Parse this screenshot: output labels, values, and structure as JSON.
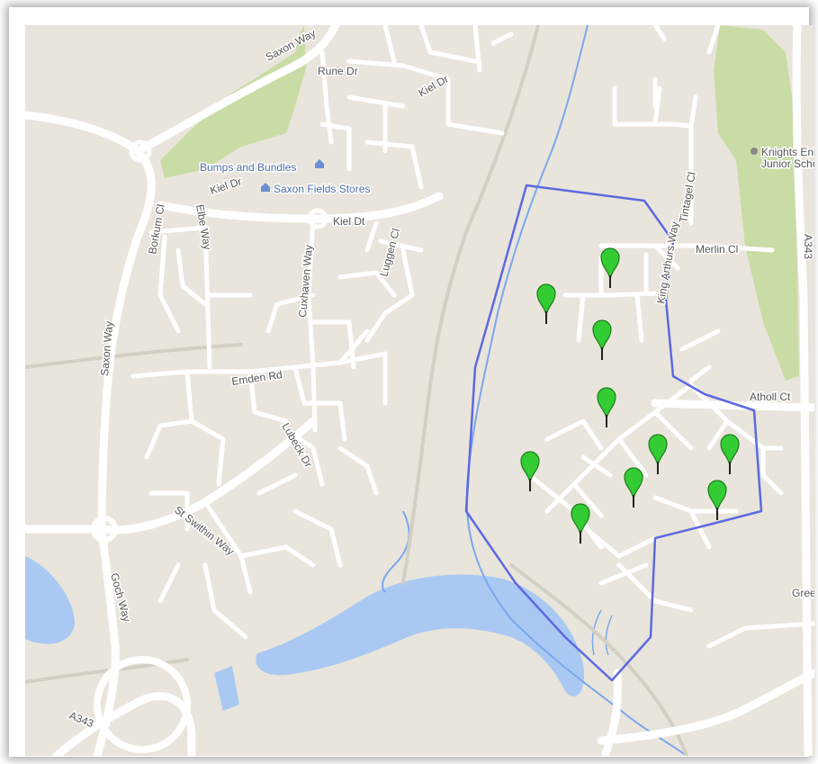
{
  "map": {
    "colors": {
      "land": "#e9e5dc",
      "road": "#ffffff",
      "park": "#c9dca5",
      "water": "#a9c9f3",
      "stream": "#7aa7ec",
      "boundary": "#5c6ae0",
      "marker": "#33cc33",
      "marker_outline": "#1c7a1c"
    },
    "street_labels": [
      {
        "text": "Saxon Way"
      },
      {
        "text": "Rune Dr"
      },
      {
        "text": "Kiel Dr"
      },
      {
        "text": "Kiel Dr"
      },
      {
        "text": "Kiel Dt"
      },
      {
        "text": "Borkum Cl"
      },
      {
        "text": "Elbe Way"
      },
      {
        "text": "Cuxhaven Way"
      },
      {
        "text": "Luggen Cl"
      },
      {
        "text": "Saxon Way"
      },
      {
        "text": "Emden Rd"
      },
      {
        "text": "Lubeck Dr"
      },
      {
        "text": "St Swithin Way"
      },
      {
        "text": "Goch Way"
      },
      {
        "text": "A343"
      },
      {
        "text": "King Arthurs Way"
      },
      {
        "text": "Tintagel Cl"
      },
      {
        "text": "Merlin Cl"
      },
      {
        "text": "Atholl Ct"
      },
      {
        "text": "A343"
      },
      {
        "text": "Gree"
      }
    ],
    "places": [
      {
        "name": "Bumps and Bundles",
        "icon": "shop-icon"
      },
      {
        "name": "Saxon Fields Stores",
        "icon": "shop-icon"
      },
      {
        "name": "Knights Enh",
        "icon": "school-icon"
      },
      {
        "name": "Junior Scho",
        "icon": "school-icon"
      }
    ],
    "markers": [
      {
        "id": "marker-1",
        "icon": "map-pin-icon"
      },
      {
        "id": "marker-2",
        "icon": "map-pin-icon"
      },
      {
        "id": "marker-3",
        "icon": "map-pin-icon"
      },
      {
        "id": "marker-4",
        "icon": "map-pin-icon"
      },
      {
        "id": "marker-5",
        "icon": "map-pin-icon"
      },
      {
        "id": "marker-6",
        "icon": "map-pin-icon"
      },
      {
        "id": "marker-7",
        "icon": "map-pin-icon"
      },
      {
        "id": "marker-8",
        "icon": "map-pin-icon"
      },
      {
        "id": "marker-9",
        "icon": "map-pin-icon"
      },
      {
        "id": "marker-10",
        "icon": "map-pin-icon"
      }
    ]
  }
}
